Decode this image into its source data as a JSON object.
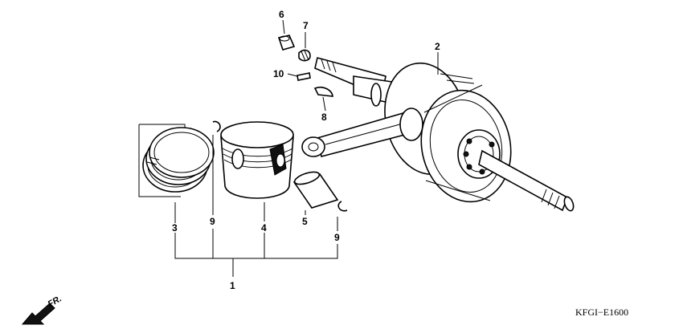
{
  "callouts": {
    "c1": "1",
    "c2": "2",
    "c3": "3",
    "c4": "4",
    "c5": "5",
    "c6": "6",
    "c7": "7",
    "c8": "8",
    "c9a": "9",
    "c9b": "9",
    "c10": "10"
  },
  "direction_label": "FR.",
  "diagram_code": "KFGI−E1600"
}
